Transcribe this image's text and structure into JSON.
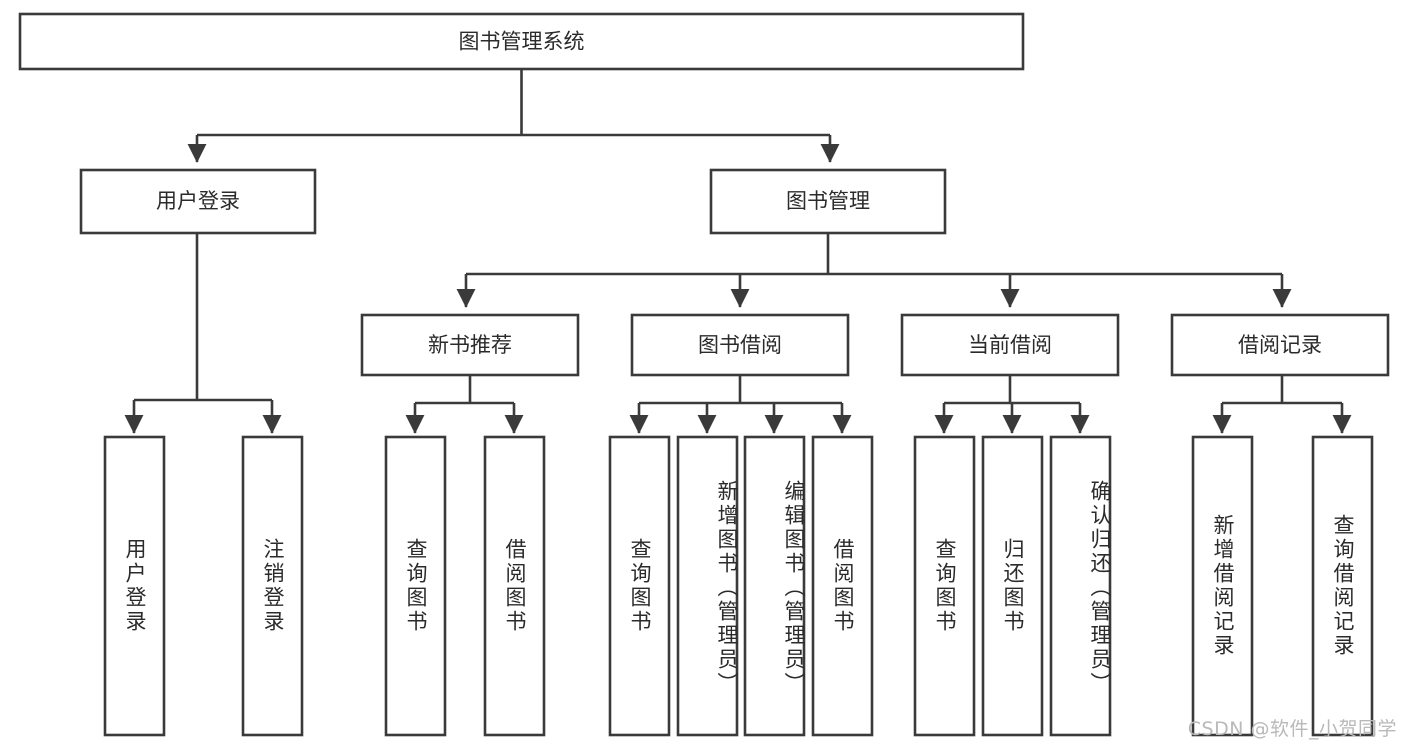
{
  "diagram": {
    "type": "tree-hierarchy-chart",
    "title": "图书管理系统",
    "watermark": "CSDN @软件_小贺同学",
    "colors": {
      "stroke": "#3a3a3a",
      "fill": "#ffffff",
      "text": "#2b2b2b",
      "watermark": "#b9b9b9",
      "background": "#ffffff"
    },
    "levels": {
      "root": {
        "label": "图书管理系统"
      },
      "level2": [
        {
          "label": "用户登录"
        },
        {
          "label": "图书管理"
        }
      ],
      "level3": [
        {
          "label": "新书推荐",
          "parent": "图书管理"
        },
        {
          "label": "图书借阅",
          "parent": "图书管理"
        },
        {
          "label": "当前借阅",
          "parent": "图书管理"
        },
        {
          "label": "借阅记录",
          "parent": "图书管理"
        }
      ],
      "leaves": {
        "用户登录": [
          {
            "label": "用户登录"
          },
          {
            "label": "注销登录"
          }
        ],
        "新书推荐": [
          {
            "label": "查询图书"
          },
          {
            "label": "借阅图书"
          }
        ],
        "图书借阅": [
          {
            "label": "查询图书"
          },
          {
            "label": "新增图书（管理员）"
          },
          {
            "label": "编辑图书（管理员）"
          },
          {
            "label": "借阅图书"
          }
        ],
        "当前借阅": [
          {
            "label": "查询图书"
          },
          {
            "label": "归还图书"
          },
          {
            "label": "确认归还（管理员）"
          }
        ],
        "借阅记录": [
          {
            "label": "新增借阅记录"
          },
          {
            "label": "查询借阅记录"
          }
        ]
      }
    }
  }
}
